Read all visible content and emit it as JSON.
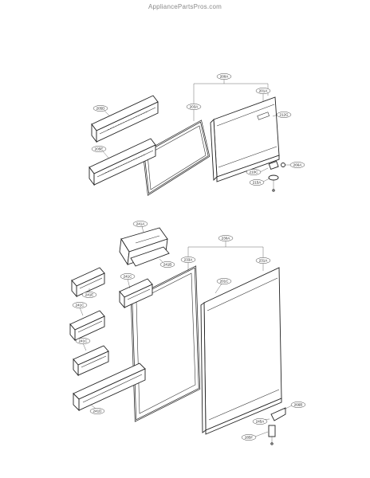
{
  "watermark": "AppliancePartsPros.com",
  "callouts": {
    "c200A": "200A",
    "c201A": "201A",
    "c203A": "203A",
    "c212G": "212G",
    "c205D": "205D",
    "c205E": "205E",
    "c210C": "210C",
    "c266A": "266A",
    "c215A": "215A",
    "c241A": "241A",
    "c241B": "241B",
    "c241E": "241E",
    "c241C1": "241C",
    "c241C2": "241C",
    "c241C3": "241C",
    "c241D": "241D",
    "c230A": "230A",
    "c231A": "231A",
    "c233A": "233A",
    "c201C": "201C",
    "c266B": "266B",
    "c245A": "245A",
    "c285F": "285F"
  }
}
